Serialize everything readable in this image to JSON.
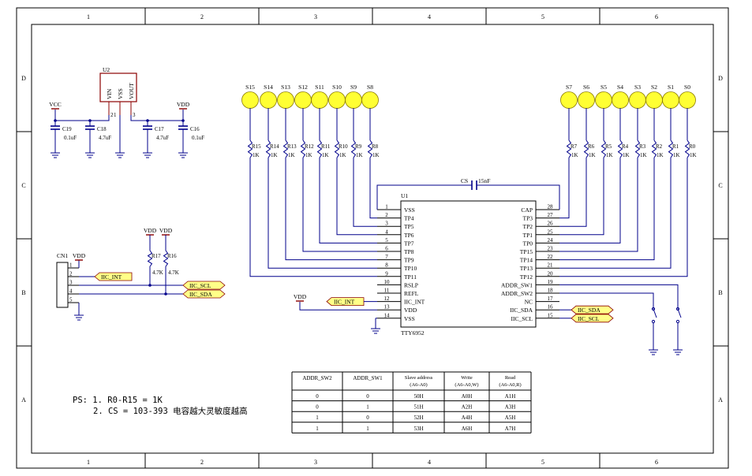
{
  "frame": {
    "columns": [
      "1",
      "2",
      "3",
      "4",
      "5",
      "6"
    ],
    "rows": [
      "D",
      "C",
      "B",
      "A"
    ]
  },
  "colors": {
    "wire": "#00008b",
    "pad": "#ffff33",
    "port": "#ffff88",
    "part": "#8b0000",
    "supply": "#8b0000"
  },
  "ldo": {
    "designator": "U2",
    "pins": [
      "VIN",
      "VSS",
      "VOUT"
    ],
    "pin_numbers": [
      "2",
      "1",
      "3"
    ],
    "nets": [
      "VCC",
      "VDD"
    ],
    "caps": [
      {
        "ref": "C19",
        "value": "0.1uF"
      },
      {
        "ref": "C18",
        "value": "4.7uF"
      },
      {
        "ref": "C17",
        "value": "4.7uF"
      },
      {
        "ref": "C16",
        "value": "0.1uF"
      }
    ]
  },
  "sensors": {
    "left": [
      "S15",
      "S14",
      "S13",
      "S12",
      "S11",
      "S10",
      "S9",
      "S8"
    ],
    "right": [
      "S7",
      "S6",
      "S5",
      "S4",
      "S3",
      "S2",
      "S1",
      "S0"
    ],
    "left_resistors": [
      "R15",
      "R14",
      "R13",
      "R12",
      "R11",
      "R10",
      "R9",
      "R8"
    ],
    "right_resistors": [
      "R7",
      "R6",
      "R5",
      "R4",
      "R3",
      "R2",
      "R1",
      "R0"
    ],
    "res_value": "1K"
  },
  "cs_cap": {
    "ref": "CS",
    "value": "15nF"
  },
  "chip": {
    "designator": "U1",
    "part": "TTY6952",
    "left_pins": [
      {
        "num": "1",
        "name": "VSS"
      },
      {
        "num": "2",
        "name": "TP4"
      },
      {
        "num": "3",
        "name": "TP5"
      },
      {
        "num": "4",
        "name": "TP6"
      },
      {
        "num": "5",
        "name": "TP7"
      },
      {
        "num": "6",
        "name": "TP8"
      },
      {
        "num": "7",
        "name": "TP9"
      },
      {
        "num": "8",
        "name": "TP10"
      },
      {
        "num": "9",
        "name": "TP11"
      },
      {
        "num": "10",
        "name": "RSLP"
      },
      {
        "num": "11",
        "name": "REFL"
      },
      {
        "num": "12",
        "name": "IIC_INT"
      },
      {
        "num": "13",
        "name": "VDD"
      },
      {
        "num": "14",
        "name": "VSS"
      }
    ],
    "right_pins": [
      {
        "num": "28",
        "name": "CAP"
      },
      {
        "num": "27",
        "name": "TP3"
      },
      {
        "num": "26",
        "name": "TP2"
      },
      {
        "num": "25",
        "name": "TP1"
      },
      {
        "num": "24",
        "name": "TP0"
      },
      {
        "num": "23",
        "name": "TP15"
      },
      {
        "num": "22",
        "name": "TP14"
      },
      {
        "num": "21",
        "name": "TP13"
      },
      {
        "num": "20",
        "name": "TP12"
      },
      {
        "num": "19",
        "name": "ADDR_SW1"
      },
      {
        "num": "18",
        "name": "ADDR_SW2"
      },
      {
        "num": "17",
        "name": "NC"
      },
      {
        "num": "16",
        "name": "IIC_SDA"
      },
      {
        "num": "15",
        "name": "IIC_SCL"
      }
    ]
  },
  "connector": {
    "ref": "CN1",
    "pins": [
      "1",
      "2",
      "3",
      "4",
      "5"
    ],
    "vdd": "VDD",
    "pullups": [
      {
        "ref": "R17",
        "value": "4.7K"
      },
      {
        "ref": "R16",
        "value": "4.7K"
      }
    ]
  },
  "ports": {
    "int": "IIC_INT",
    "scl": "IIC_SCL",
    "sda": "IIC_SDA",
    "vdd": "VDD"
  },
  "table": {
    "headers": [
      [
        "ADDR_SW2"
      ],
      [
        "ADDR_SW1"
      ],
      [
        "Slave address",
        "(A6-A0)"
      ],
      [
        "Write",
        "(A6-A0,W)"
      ],
      [
        "Read",
        "(A6-A0,R)"
      ]
    ],
    "rows": [
      [
        "0",
        "0",
        "50H",
        "A0H",
        "A1H"
      ],
      [
        "0",
        "1",
        "51H",
        "A2H",
        "A3H"
      ],
      [
        "1",
        "0",
        "52H",
        "A4H",
        "A5H"
      ],
      [
        "1",
        "1",
        "53H",
        "A6H",
        "A7H"
      ]
    ]
  },
  "notes": {
    "line1": "PS: 1. R0-R15 = 1K",
    "line2": "2. CS = 103-393 电容越大灵敏度越高"
  }
}
